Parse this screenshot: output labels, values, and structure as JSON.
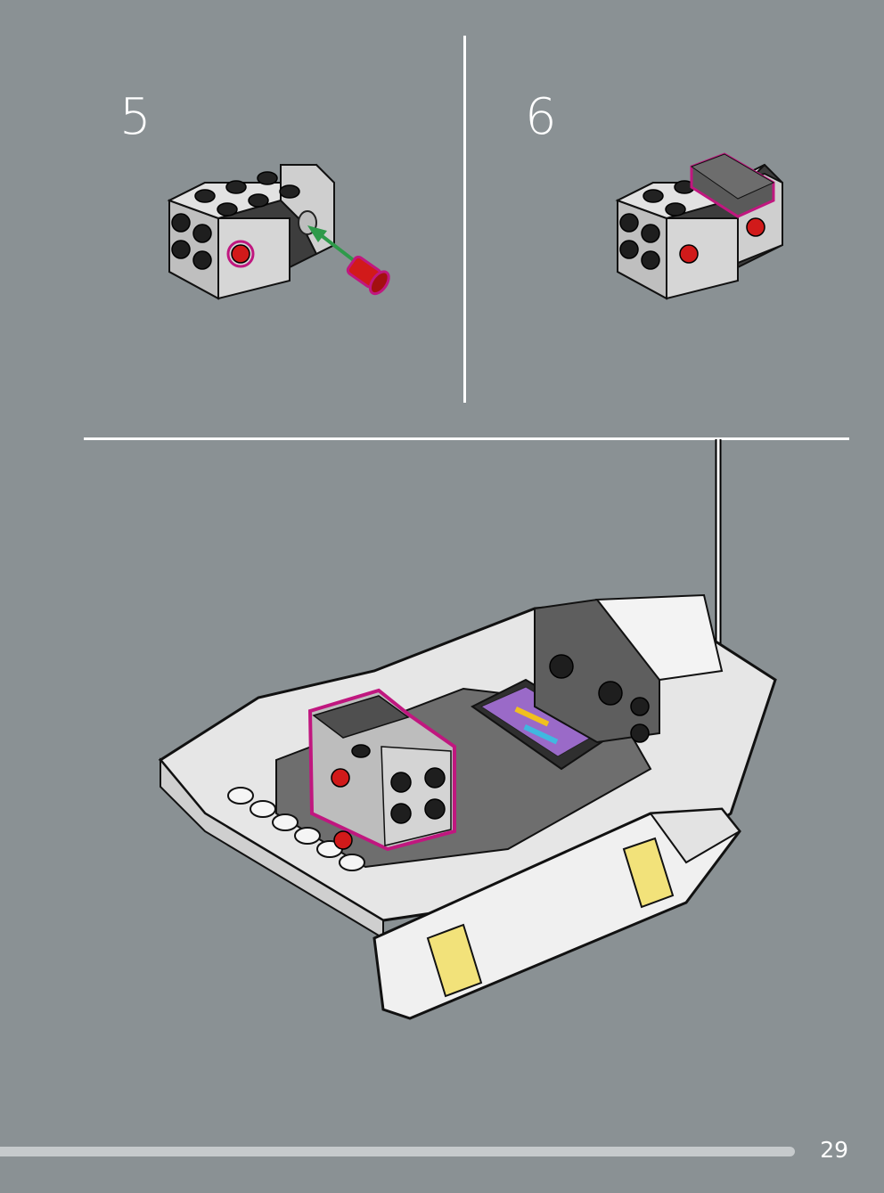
{
  "steps": [
    {
      "number": "5"
    },
    {
      "number": "6"
    }
  ],
  "page": {
    "number": "29"
  },
  "colors": {
    "background": "#8a9194",
    "highlight": "#c0177f",
    "arrow": "#2e9a4a",
    "brick_light": "#c9c9c9",
    "brick_dark": "#4a4a4a",
    "red": "#d11a1a",
    "yellow": "#f2e27a"
  },
  "icons": [
    "assembly-arrow-icon",
    "callout-arrow-icon"
  ]
}
